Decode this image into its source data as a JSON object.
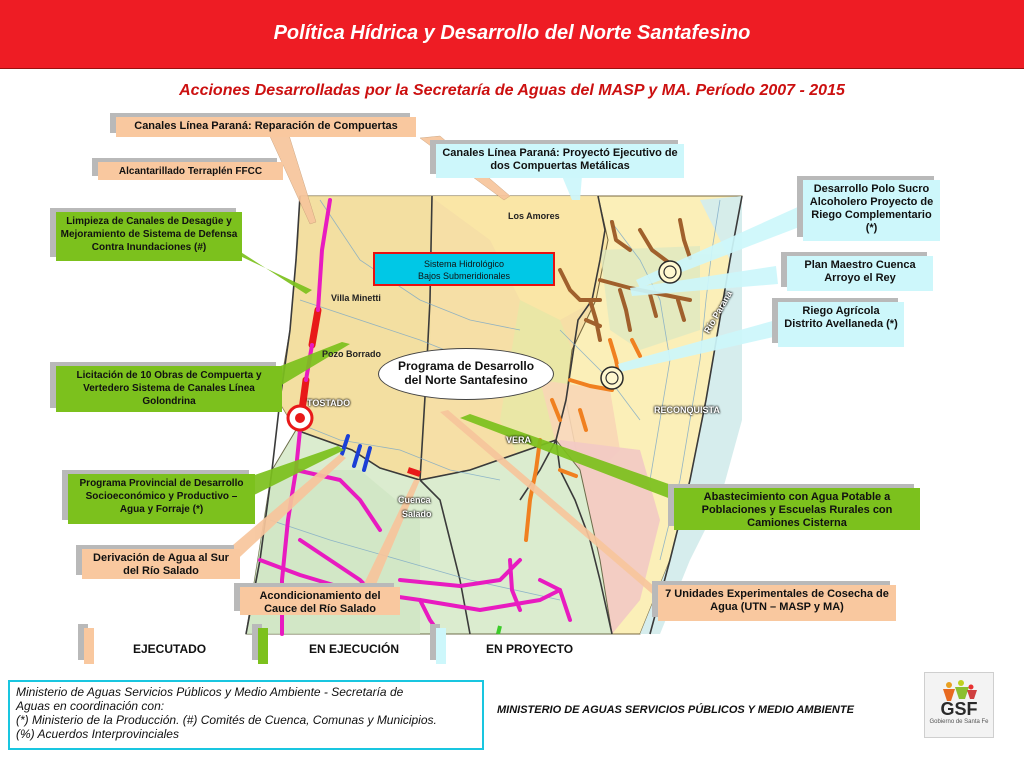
{
  "header": {
    "title": "Política Hídrica y Desarrollo del Norte Santafesino",
    "subtitle": "Acciones Desarrolladas por la Secretaría de Aguas del MASP y MA. Período 2007 - 2015"
  },
  "map": {
    "places": {
      "los_amores": "Los Amores",
      "villa_minetti": "Villa Minetti",
      "pozo_borrado": "Pozo Borrado",
      "tostado": "TOSTADO",
      "vera": "VERA",
      "reconquista": "RECONQUISTA",
      "rio_parana": "Río Paraná",
      "cuenca": "Cuenca",
      "salado": "Salado"
    },
    "sistema_hidrologico": [
      "Sistema Hidrológico",
      "Bajos Submeridionales"
    ],
    "programa": [
      "Programa de Desarrollo",
      "del Norte Santafesino"
    ]
  },
  "callouts": {
    "canales_reparacion": "Canales Línea Paraná: Reparación de Compuertas",
    "alcantarillado": "Alcantarillado Terraplén FFCC",
    "canales_proyecto": "Canales Línea Paraná: Proyectó Ejecutivo de dos Compuertas Metálicas",
    "desarrollo_polo": "Desarrollo Polo Sucro Alcoholero Proyecto de Riego Complementario (*)",
    "limpieza": "Limpieza de Canales de Desagüe y Mejoramiento de Sistema de Defensa Contra Inundaciones (#)",
    "plan_maestro": "Plan Maestro Cuenca Arroyo el Rey",
    "riego_agricola": "Riego Agrícola Distrito Avellaneda (*)",
    "licitacion": "Licitación de 10 Obras de Compuerta y Vertedero Sistema de Canales Línea Golondrina",
    "abastecimiento": "Abastecimiento con Agua Potable a Poblaciones y Escuelas Rurales con Camiones Cisterna",
    "programa_provincial": "Programa Provincial de Desarrollo Socioeconómico y Productivo – Agua y Forraje (*)",
    "derivacion": "Derivación de Agua al Sur del Río Salado",
    "acondicionamiento": "Acondicionamiento del Cauce del Río Salado",
    "unidades": "7 Unidades Experimentales de Cosecha de Agua (UTN – MASP y MA)"
  },
  "legend": [
    {
      "label": "EJECUTADO",
      "color": "#f9c89f"
    },
    {
      "label": "EN EJECUCIÓN",
      "color": "#7cc11d"
    },
    {
      "label": "EN PROYECTO",
      "color": "#cdf7fb"
    }
  ],
  "footer": {
    "lines": [
      "Ministerio de Aguas Servicios Públicos y Medio Ambiente - Secretaría de",
      "Aguas en coordinación con:",
      "(*)  Ministerio de la Producción. (#) Comités de Cuenca, Comunas y Municipios.",
      "(%) Acuerdos Interprovinciales"
    ],
    "ministerio": "MINISTERIO DE AGUAS SERVICIOS PÚBLICOS Y MEDIO AMBIENTE",
    "logo_text": "GSF",
    "logo_sub": "Gobierno de Santa Fe"
  },
  "colors": {
    "title_bar": "#ee1c24",
    "subtitle": "#cc1010",
    "executed": "#f9c89f",
    "in_execution": "#7cc11d",
    "in_project": "#cdf7fb"
  }
}
